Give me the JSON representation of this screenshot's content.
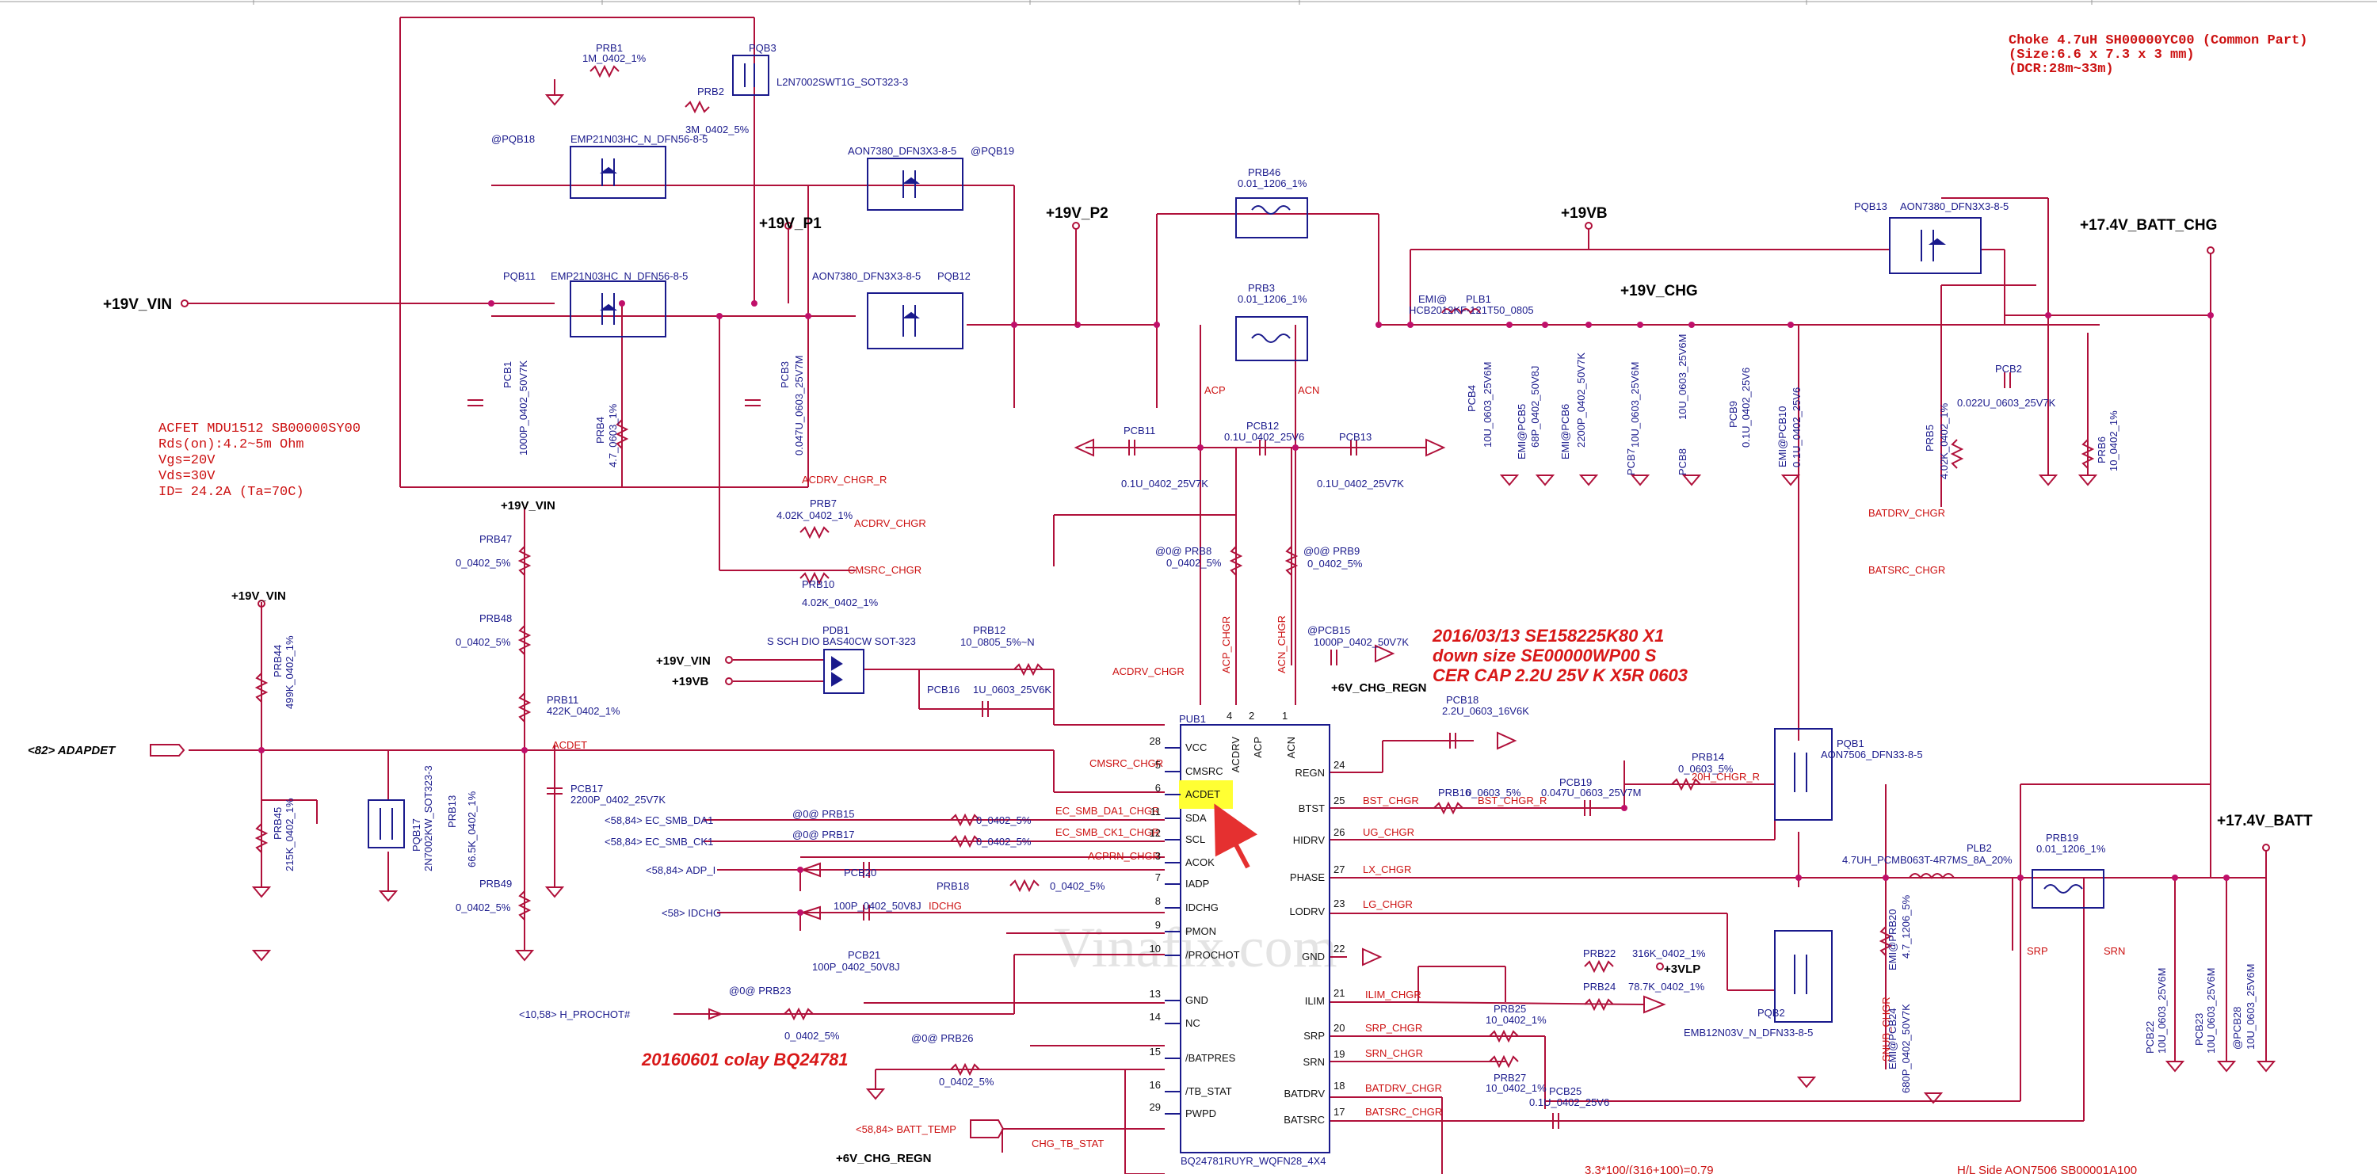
{
  "nets": {
    "vin_left": "+19V_VIN",
    "p1": "+19V_P1",
    "p2": "+19V_P2",
    "vb": "+19VB",
    "chg": "+19V_CHG",
    "batt_chg": "+17.4V_BATT_CHG",
    "batt": "+17.4V_BATT",
    "vin_mid": "+19V_VIN",
    "vin_low": "+19V_VIN",
    "vin_pdb": "+19V_VIN",
    "vb_pdb": "+19VB",
    "regn_top": "+6V_CHG_REGN",
    "regn_bottom": "+6V_CHG_REGN",
    "vlp": "+3VLP"
  },
  "ports": {
    "adapdet": "<82> ADAPDET",
    "smb_da": "<58,84> EC_SMB_DA1",
    "smb_ck": "<58,84> EC_SMB_CK1",
    "adp_i": "<58,84> ADP_I",
    "idchg": "<58> IDCHG",
    "prochot": "<10,58> H_PROCHOT#",
    "batt_temp": "<58,84> BATT_TEMP"
  },
  "signals": {
    "acdet": "ACDET",
    "acdrv_r": "ACDRV_CHGR_R",
    "acdrv1": "ACDRV_CHGR",
    "cmsrc1": "CMSRC_CHGR",
    "acdrv2": "ACDRV_CHGR",
    "cmsrc2": "CMSRC_CHGR",
    "acp": "ACP",
    "acn": "ACN",
    "acp_chgr": "ACP_CHGR",
    "acn_chgr": "ACN_CHGR",
    "da1": "EC_SMB_DA1_CHGR",
    "ck1": "EC_SMB_CK1_CHGR",
    "acprn": "ACPRN_CHGR",
    "idchg": "IDCHG",
    "bst": "BST_CHGR",
    "bst_r": "BST_CHGR_R",
    "ug": "UG_CHGR",
    "lx": "LX_CHGR",
    "lg": "LG_CHGR",
    "ilim": "ILIM_CHGR",
    "srp": "SRP_CHGR",
    "srn": "SRN_CHGR",
    "batdrv1": "BATDRV_CHGR",
    "batsrc1": "BATSRC_CHGR",
    "batdrv2": "BATDRV_CHGR",
    "batsrc2": "BATSRC_CHGR",
    "oh": "20H_CHGR_R",
    "snub": "SNUB_CHGR",
    "chg_tb": "CHG_TB_STAT",
    "srp_lbl": "SRP",
    "srn_lbl": "SRN"
  },
  "parts": {
    "prb1": "PRB1",
    "prb1_val": "1M_0402_1%",
    "prb2": "PRB2",
    "prb2_val": "3M_0402_5%",
    "pqb3": "PQB3",
    "pqb3_val": "L2N7002SWT1G_SOT323-3",
    "pqb18_tag": "@PQB18",
    "pqb18_val": "EMP21N03HC_N_DFN56-8-5",
    "pqb19_val": "AON7380_DFN3X3-8-5",
    "pqb19_tag": "@PQB19",
    "pqb11": "PQB11",
    "pqb11_val": "EMP21N03HC_N_DFN56-8-5",
    "pqb12_val": "AON7380_DFN3X3-8-5",
    "pqb12": "PQB12",
    "pcb1": "PCB1",
    "pcb1_val": "1000P_0402_50V7K",
    "prb4": "PRB4",
    "prb4_val": "4.7_0603_1%",
    "pcb3": "PCB3",
    "pcb3_val": "0.047U_0603_25V7M",
    "prb46": "PRB46",
    "prb46_val": "0.01_1206_1%",
    "prb3": "PRB3",
    "prb3_val": "0.01_1206_1%",
    "plb1_tag": "EMI@",
    "plb1": "PLB1",
    "plb1_val": "HCB2012KF-121T50_0805",
    "pqb13": "PQB13",
    "pqb13_val": "AON7380_DFN3X3-8-5",
    "pcb4": "PCB4",
    "pcb4_val": "10U_0603_25V6M",
    "pcb5": "EMI@PCB5",
    "pcb5_val": "68P_0402_50V8J",
    "pcb6": "EMI@PCB6",
    "pcb6_val": "2200P_0402_50V7K",
    "pcb7": "PCB7",
    "pcb7_val": "10U_0603_25V6M",
    "pcb8": "PCB8",
    "pcb8_val": "10U_0603_25V6M",
    "pcb9": "PCB9",
    "pcb9_val": "0.1U_0402_25V6",
    "pcb10": "EMI@PCB10",
    "pcb10_val": "0.1U_0402_25V6",
    "pcb2": "PCB2",
    "pcb2_val": "0.022U_0603_25V7K",
    "prb5": "PRB5",
    "prb5_val": "4.02K_0402_1%",
    "prb6": "PRB6",
    "prb6_val": "10_0402_1%",
    "pcb11": "PCB11",
    "pcb11_val": "0.1U_0402_25V7K",
    "pcb12": "PCB12",
    "pcb12_val": "0.1U_0402_25V6",
    "pcb13": "PCB13",
    "pcb13_val": "0.1U_0402_25V7K",
    "prb7": "PRB7",
    "prb7_val": "4.02K_0402_1%",
    "prb10": "PRB10",
    "prb10_val": "4.02K_0402_1%",
    "prb8": "@0@ PRB8",
    "prb8_val": "0_0402_5%",
    "prb9": "@0@ PRB9",
    "prb9_val": "0_0402_5%",
    "prb47": "PRB47",
    "prb47_val": "0_0402_5%",
    "prb48": "PRB48",
    "prb48_val": "0_0402_5%",
    "prb11": "PRB11",
    "prb11_val": "422K_0402_1%",
    "prb49": "PRB49",
    "prb49_val": "0_0402_5%",
    "prb44": "PRB44",
    "prb44_val": "499K_0402_1%",
    "prb45": "PRB45",
    "prb45_val": "215K_0402_1%",
    "pqb17": "PQB17",
    "pqb17_val": "2N7002KW_SOT323-3",
    "prb13": "PRB13",
    "prb13_val": "66.5K_0402_1%",
    "pcb17": "PCB17",
    "pcb17_val": "2200P_0402_25V7K",
    "pdb1": "PDB1",
    "pdb1_val": "S SCH DIO BAS40CW SOT-323",
    "prb12": "PRB12",
    "prb12_val": "10_0805_5%~N",
    "pcb16": "PCB16",
    "pcb16_val": "1U_0603_25V6K",
    "pcb15": "@PCB15",
    "pcb15_val": "1000P_0402_50V7K",
    "pcb18": "PCB18",
    "pcb18_val": "2.2U_0603_16V6K",
    "prb15": "@0@ PRB15",
    "prb15_val": "0_0402_5%",
    "prb17": "@0@ PRB17",
    "prb17_val": "0_0402_5%",
    "pcb20": "PCB20",
    "pcb20_val": "100P_0402_50V8J",
    "prb18": "PRB18",
    "prb18_val": "0_0402_5%",
    "pcb21": "PCB21",
    "pcb21_val": "100P_0402_50V8J",
    "prb23": "@0@ PRB23",
    "prb23_val": "0_0402_5%",
    "prb26": "@0@ PRB26",
    "prb26_val": "0_0402_5%",
    "prb16": "PRB16",
    "prb16_val": "0_0603_5%",
    "pcb19": "PCB19",
    "pcb19_val": "0.047U_0603_25V7M",
    "prb14": "PRB14",
    "prb14_val": "0_0603_5%",
    "pqb1": "PQB1",
    "pqb1_val": "AON7506_DFN33-8-5",
    "pqb2": "PQB2",
    "pqb2_val": "EMB12N03V_N_DFN33-8-5",
    "prb22": "PRB22",
    "prb22_val": "316K_0402_1%",
    "prb24": "PRB24",
    "prb24_val": "78.7K_0402_1%",
    "prb25": "PRB25",
    "prb25_val": "10_0402_1%",
    "prb27": "PRB27",
    "prb27_val": "10_0402_1%",
    "pcb25": "PCB25",
    "pcb25_val": "0.1U_0402_25V6",
    "plb2": "PLB2",
    "plb2_val": "4.7UH_PCMB063T-4R7MS_8A_20%",
    "prb19": "PRB19",
    "prb19_val": "0.01_1206_1%",
    "prb20": "EMI@PRB20",
    "prb20_val": "4.7_1206_5%",
    "pcb24": "EMI@PCB24",
    "pcb24_val": "680P_0402_50V7K",
    "pcb22": "PCB22",
    "pcb22_val": "10U_0603_25V6M",
    "pcb23": "PCB23",
    "pcb23_val": "10U_0603_25V6M",
    "pcb28": "@PCB28",
    "pcb28_val": "10U_0603_25V6M",
    "pub1": "PUB1",
    "pub1_val": "BQ24781RUYR_WQFN28_4X4"
  },
  "ic_pins_left": [
    {
      "num": "28",
      "name": "VCC"
    },
    {
      "num": "5",
      "name": "CMSRC"
    },
    {
      "num": "6",
      "name": "ACDET"
    },
    {
      "num": "11",
      "name": "SDA"
    },
    {
      "num": "12",
      "name": "SCL"
    },
    {
      "num": "3",
      "name": "ACOK"
    },
    {
      "num": "7",
      "name": "IADP"
    },
    {
      "num": "8",
      "name": "IDCHG"
    },
    {
      "num": "9",
      "name": "PMON"
    },
    {
      "num": "10",
      "name": "/PROCHOT"
    },
    {
      "num": "13",
      "name": "GND"
    },
    {
      "num": "14",
      "name": "NC"
    },
    {
      "num": "15",
      "name": "/BATPRES"
    },
    {
      "num": "16",
      "name": "/TB_STAT"
    },
    {
      "num": "29",
      "name": "PWPD"
    }
  ],
  "ic_pins_right": [
    {
      "num": "24",
      "name": "REGN"
    },
    {
      "num": "25",
      "name": "BTST"
    },
    {
      "num": "26",
      "name": "HIDRV"
    },
    {
      "num": "27",
      "name": "PHASE"
    },
    {
      "num": "23",
      "name": "LODRV"
    },
    {
      "num": "22",
      "name": "GND"
    },
    {
      "num": "21",
      "name": "ILIM"
    },
    {
      "num": "20",
      "name": "SRP"
    },
    {
      "num": "19",
      "name": "SRN"
    },
    {
      "num": "18",
      "name": "BATDRV"
    },
    {
      "num": "17",
      "name": "BATSRC"
    }
  ],
  "ic_pins_top": [
    {
      "num": "4",
      "name": "ACDRV"
    },
    {
      "num": "2",
      "name": "ACP"
    },
    {
      "num": "1",
      "name": "ACN"
    }
  ],
  "notes": {
    "acfet": [
      "ACFET  MDU1512  SB00000SY00",
      "Rds(on):4.2~5m  Ohm",
      "Vgs=20V",
      "Vds=30V",
      "ID= 24.2A  (Ta=70C)"
    ],
    "choke": [
      "Choke 4.7uH SH00000YC00 (Common Part)",
      "(Size:6.6 x 7.3 x 3 mm)",
      "(DCR:28m~33m)"
    ],
    "update": [
      "2016/03/13   SE158225K80  X1",
      "down size SE00000WP00  S",
      "CER CAP 2.2U 25V K X5R 0603"
    ],
    "colay": "20160601 colay BQ24781",
    "bottom_formula": "3.3*100/(316+100)=0.79",
    "bottom_hv": "H/L Side  AON7506  SB00001A100"
  },
  "watermark": "Vinafix.com",
  "highlight_color": "#ffff33",
  "arrow_color": "#e53030"
}
